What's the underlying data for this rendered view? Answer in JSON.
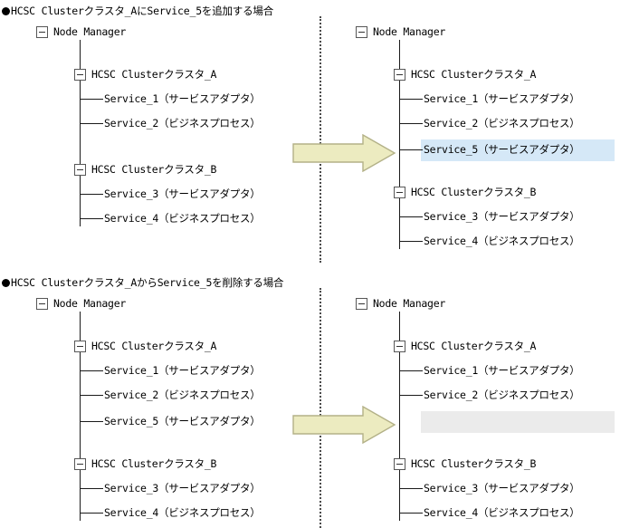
{
  "page": {
    "title": "HCSC Cluster tree before/after service add and delete",
    "background": "#ffffff"
  },
  "colors": {
    "added_highlight": "#d5e8f7",
    "removed_highlight": "#ebebeb",
    "arrow_fill": "#ecebc0",
    "arrow_stroke": "#b3b187",
    "line": "#1a1a1a",
    "toggle_border": "#575757"
  },
  "sections": [
    {
      "id": "add",
      "caption": "HCSC Clusterクラスタ_AにService_5を追加する場合",
      "arrow_name": "add-transition-arrow",
      "before": {
        "root": "Node Manager",
        "groups": [
          {
            "label": "HCSC Clusterクラスタ_A",
            "children": [
              "Service_1（サービスアダプタ）",
              "Service_2（ビジネスプロセス）"
            ]
          },
          {
            "label": "HCSC Clusterクラスタ_B",
            "children": [
              "Service_3（サービスアダプタ）",
              "Service_4（ビジネスプロセス）"
            ]
          }
        ]
      },
      "after": {
        "root": "Node Manager",
        "groups": [
          {
            "label": "HCSC Clusterクラスタ_A",
            "children": [
              "Service_1（サービスアダプタ）",
              "Service_2（ビジネスプロセス）",
              "Service_5（サービスアダプタ）"
            ],
            "highlight_index": 2,
            "highlight_kind": "added"
          },
          {
            "label": "HCSC Clusterクラスタ_B",
            "children": [
              "Service_3（サービスアダプタ）",
              "Service_4（ビジネスプロセス）"
            ]
          }
        ]
      }
    },
    {
      "id": "delete",
      "caption": "HCSC Clusterクラスタ_AからService_5を削除する場合",
      "arrow_name": "delete-transition-arrow",
      "before": {
        "root": "Node Manager",
        "groups": [
          {
            "label": "HCSC Clusterクラスタ_A",
            "children": [
              "Service_1（サービスアダプタ）",
              "Service_2（ビジネスプロセス）",
              "Service_5（サービスアダプタ）"
            ]
          },
          {
            "label": "HCSC Clusterクラスタ_B",
            "children": [
              "Service_3（サービスアダプタ）",
              "Service_4（ビジネスプロセス）"
            ]
          }
        ]
      },
      "after": {
        "root": "Node Manager",
        "groups": [
          {
            "label": "HCSC Clusterクラスタ_A",
            "children": [
              "Service_1（サービスアダプタ）",
              "Service_2（ビジネスプロセス）",
              ""
            ],
            "highlight_index": 2,
            "highlight_kind": "removed"
          },
          {
            "label": "HCSC Clusterクラスタ_B",
            "children": [
              "Service_3（サービスアダプタ）",
              "Service_4（ビジネスプロセス）"
            ]
          }
        ]
      }
    }
  ],
  "icons": {
    "toggle_minus": "minus-box-icon",
    "bullet": "filled-circle-bullet"
  }
}
